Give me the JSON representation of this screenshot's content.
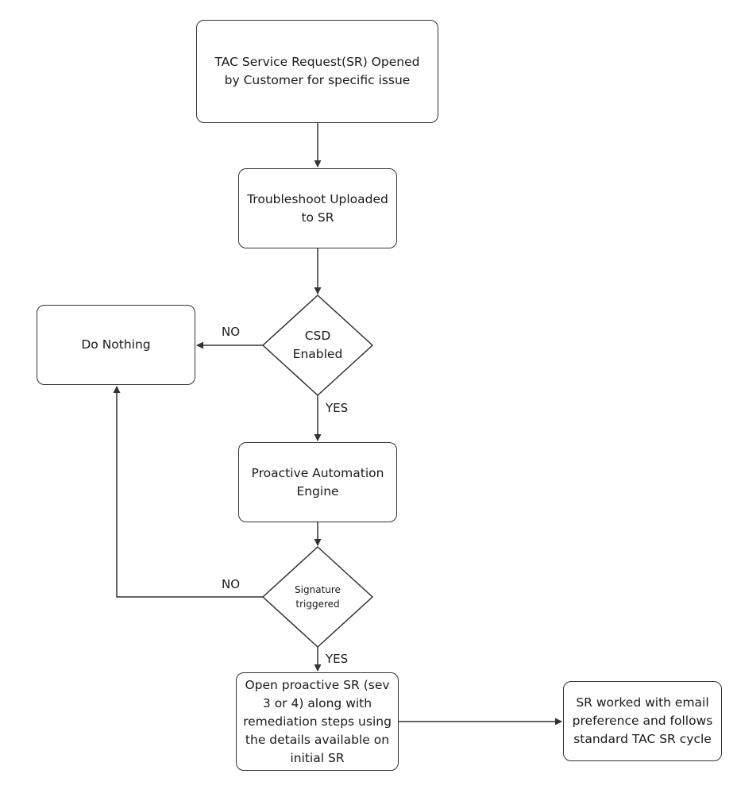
{
  "nodes": {
    "sr_opened": "TAC Service Request(SR) Opened by Customer for specific issue",
    "troubleshoot_uploaded": "Troubleshoot Uploaded to SR",
    "do_nothing": "Do Nothing",
    "csd_enabled": "CSD Enabled",
    "proactive_engine": "Proactive Automation Engine",
    "signature_triggered": "Signature triggered",
    "open_proactive_sr": "Open proactive SR (sev 3 or 4) along with remediation steps using the details available on initial SR",
    "sr_worked": "SR worked with email preference and follows standard TAC SR cycle"
  },
  "edge_labels": {
    "csd_no": "NO",
    "csd_yes": "YES",
    "signature_no": "NO",
    "signature_yes": "YES"
  },
  "colors": {
    "stroke": "#333333",
    "text": "#1a1a1a",
    "background": "#ffffff"
  }
}
